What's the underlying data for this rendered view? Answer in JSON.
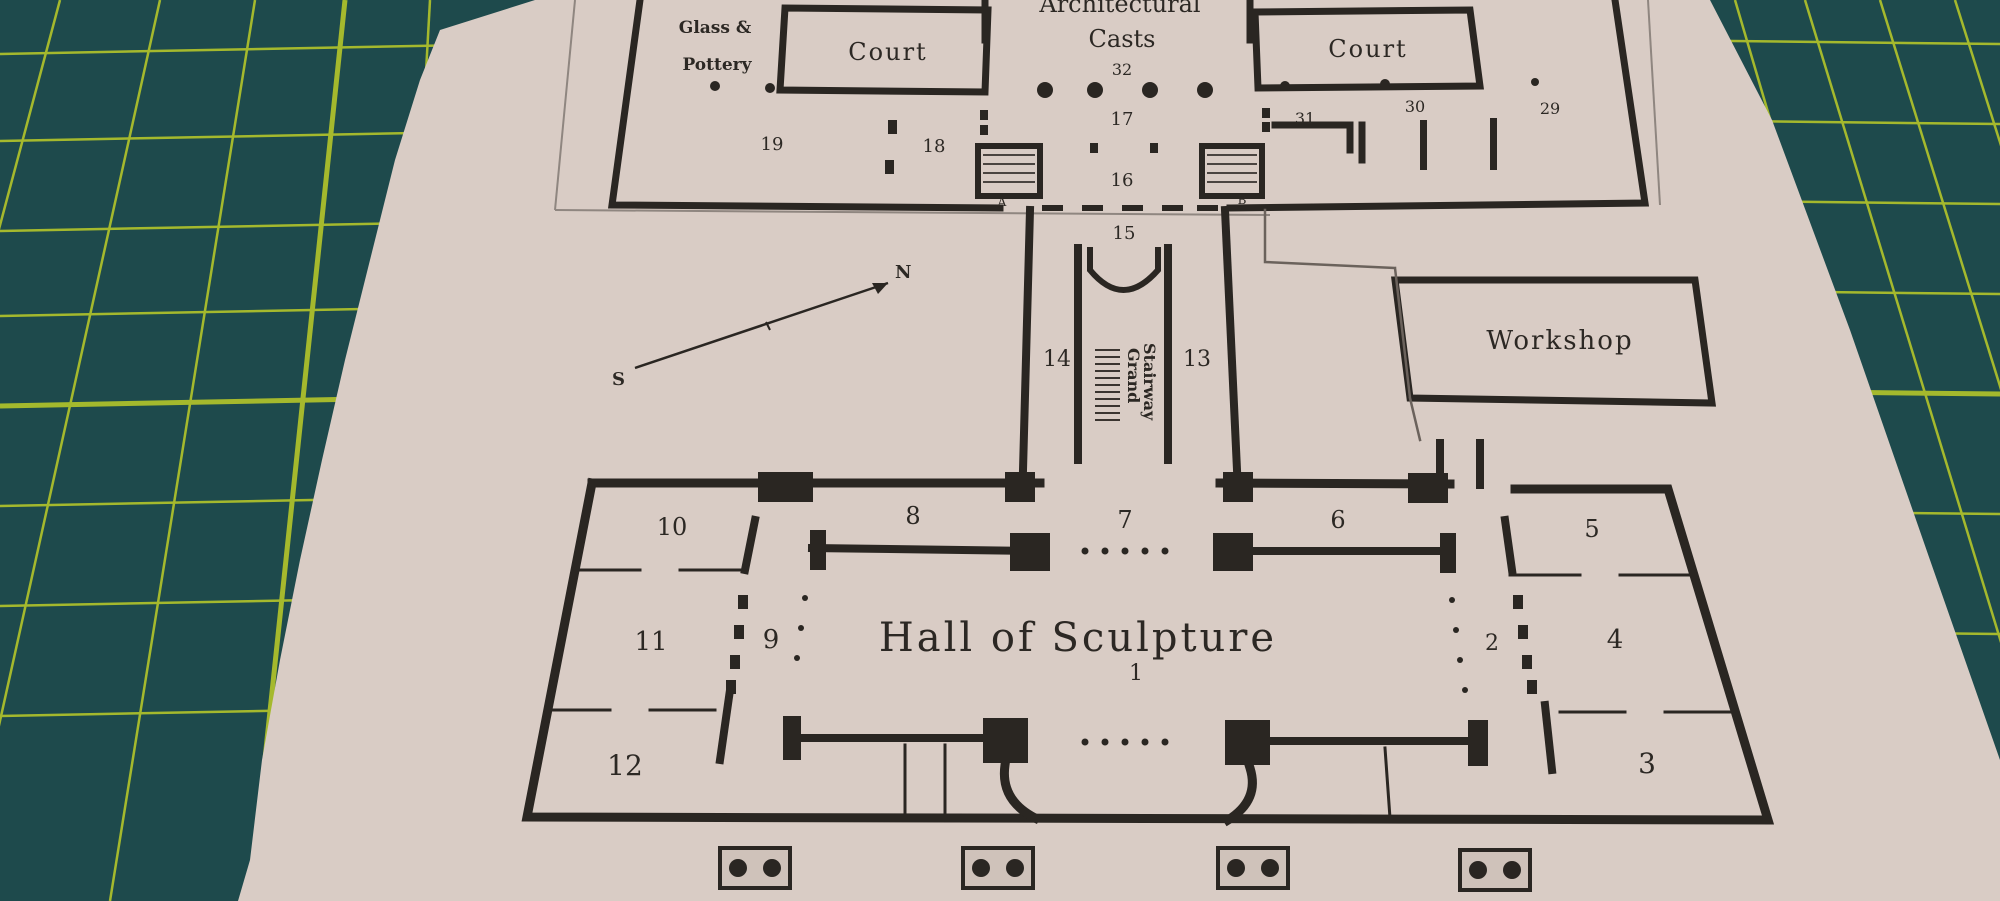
{
  "scene": {
    "mat_color": "#1e4a4c",
    "grid_color": "#b4c62a",
    "paper_color": "#d9ccc5",
    "ink_color": "#2a2622"
  },
  "plan": {
    "top_labels": {
      "architectural": "Architectural",
      "casts": "Casts",
      "court_left": "Court",
      "court_right": "Court",
      "glass_line1": "Glass &",
      "glass_line2": "Pottery"
    },
    "named_rooms": {
      "workshop": "Workshop",
      "hall": "Hall of Sculpture",
      "grand_line1": "Grand",
      "grand_line2": "Stairway"
    },
    "compass": {
      "north": "N",
      "south": "S"
    },
    "rooms": {
      "r1": "1",
      "r2": "2",
      "r3": "3",
      "r4": "4",
      "r5": "5",
      "r6": "6",
      "r7": "7",
      "r8": "8",
      "r9": "9",
      "r10": "10",
      "r11": "11",
      "r12": "12",
      "r13": "13",
      "r14": "14",
      "r15": "15",
      "r16": "16",
      "r17": "17",
      "r18": "18",
      "r19": "19",
      "r29": "29",
      "r30": "30",
      "r31": "31",
      "r32": "32"
    },
    "stair_marks": {
      "a": "A",
      "b": "B"
    }
  }
}
